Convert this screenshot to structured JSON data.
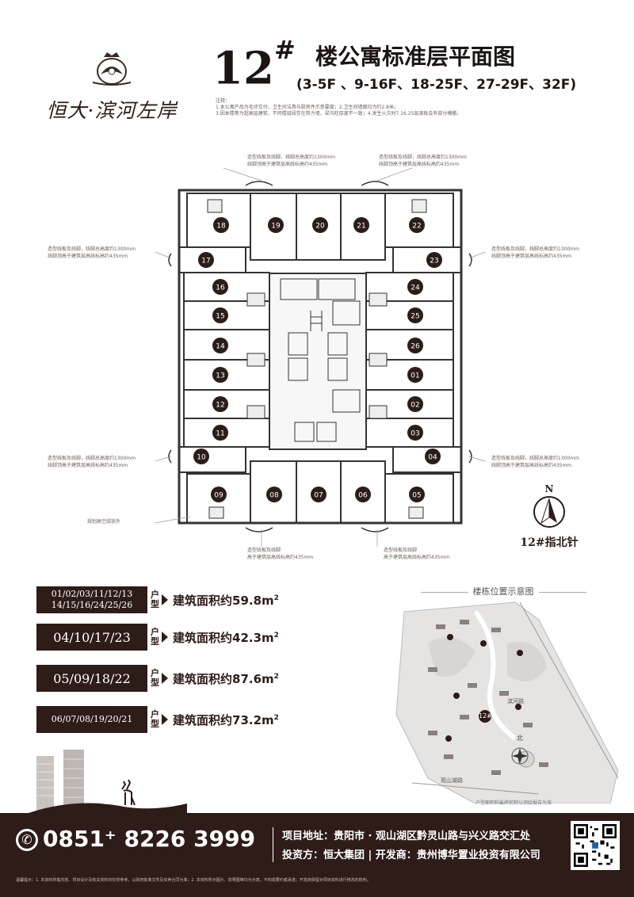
{
  "logo": {
    "brand": "恒大·滨河左岸",
    "crest_icon": "crest-icon"
  },
  "title": {
    "number": "12",
    "hash": "#",
    "text": "楼公寓标准层平面图",
    "floors": "(3-5F 、9-16F、18-25F、27-29F、32F)"
  },
  "notes": {
    "line1": "注释：",
    "line2": "1.本公寓产品为毛坯交付，卫生间洁具与厨房件示意要度；2.卫生间墙面均为约2.8米；",
    "line3": "3.因本楼等为超高层建筑，不同楼层段存在剪力墙，梁沟柱厚度不一致；4.发生火灾时7.16.25层滚板会有部分横撤。"
  },
  "plan": {
    "units": {
      "top_row": [
        "18",
        "19",
        "20",
        "21",
        "22"
      ],
      "left_col": [
        "17",
        "16",
        "15",
        "14",
        "13",
        "12",
        "11",
        "10"
      ],
      "right_col": [
        "23",
        "24",
        "25",
        "26",
        "01",
        "02",
        "03",
        "04"
      ],
      "bottom_row": [
        "09",
        "08",
        "07",
        "06",
        "05"
      ]
    },
    "callouts": {
      "top_left": [
        "造型线板及线脚，线脚总高度约1300mm",
        "线脚顶高于建筑层高线标高约435mm"
      ],
      "top_right": [
        "造型线板及线脚，线脚总高度约1300mm",
        "线脚顶高于建筑层高线标高约435mm"
      ],
      "left_upper": [
        "造型线板及线脚，线脚总高度约1300mm",
        "线脚顶高于建筑层高线标高约435mm"
      ],
      "right_upper": [
        "造型线板及线脚，线脚总高度约1300mm",
        "线脚顶高于建筑层高线标高约435mm"
      ],
      "left_lower": [
        "造型线板及线脚，线脚总高度约1300mm",
        "线脚顶高于建筑层高线标高约435mm"
      ],
      "right_lower": [
        "造型线板及线脚，线脚总高度约1300mm",
        "线脚顶高于建筑层高线标高约435mm"
      ],
      "left_bottom": "规划高空绿放外",
      "bottom_left": [
        "造型线板及线脚",
        "高于建筑层高线标高约435mm"
      ],
      "bottom_right": [
        "造型线板及线脚",
        "高于建筑层高线标高约435mm"
      ]
    },
    "north": {
      "letter": "N",
      "label": "12#指北针"
    }
  },
  "areas": [
    {
      "units_line1": "01/02/03/11/12/13",
      "units_line2": "14/15/16/24/25/26",
      "type": "户型",
      "area": "建筑面积约59.8m",
      "sup": "2"
    },
    {
      "units_line1": "04/10/17/23",
      "units_line2": "",
      "type": "户型",
      "area": "建筑面积约42.3m",
      "sup": "2"
    },
    {
      "units_line1": "05/09/18/22",
      "units_line2": "",
      "type": "户型",
      "area": "建筑面积约87.6m",
      "sup": "2"
    },
    {
      "units_line1": "06/07/08/19/20/21",
      "units_line2": "",
      "type": "户型",
      "area": "建筑面积约73.2m",
      "sup": "2"
    }
  ],
  "site": {
    "title": "楼栋位置示意图",
    "building": "12#",
    "north": "北",
    "road_n": "滨河路",
    "road_s": "观山湖路",
    "note": "户型面积和最终前积以测绘报告为准"
  },
  "footer": {
    "phone_icon": "phone-icon",
    "phone": "0851⁺ 8226 3999",
    "address": "项目地址：贵阳市 · 观山湖区黔灵山路与兴义路交汇处",
    "developer": "投资方：恒大集团  |  开发商：贵州博华置业投资有限公司",
    "disclaimer": "温馨提示：1. 本资料所载内容、项目设计及有关资料均仅供参考，以政府批准文件及买卖合同为准；2. 本资料所示图片、效果图等均为示意，不构成要约或承诺；开发商保留对项目资料进行修改的权利。"
  },
  "colors": {
    "brand": "#2e1c18",
    "badge": "#2b1d1a"
  }
}
